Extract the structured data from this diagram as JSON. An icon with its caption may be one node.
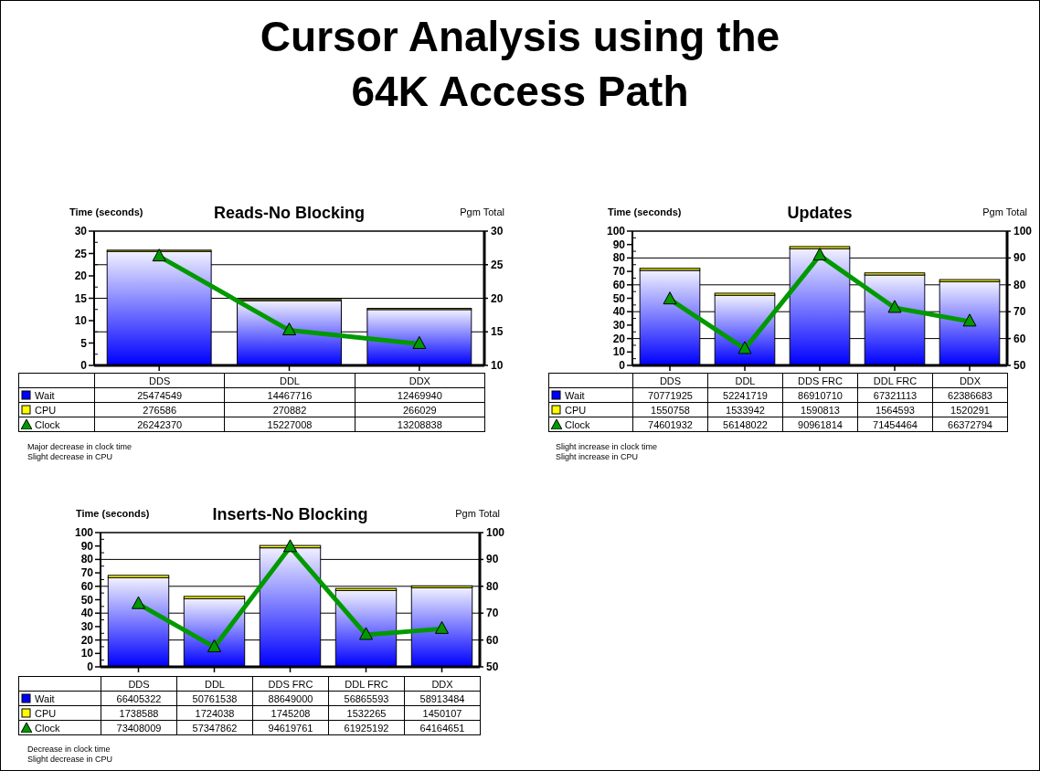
{
  "diagram": {
    "title": "Cursor Analysis using the 64K Access Path",
    "labels": [
      "25474549",
      "14467716",
      "12469940",
      "276586",
      "270882",
      "266029",
      "26242370",
      "15227008",
      "13208838",
      "Major decrease in clock time",
      "Slight decrease in CPU",
      "70771925",
      "52241719",
      "86910710",
      "67321113",
      "62386683",
      "1550758",
      "1533942",
      "1590813",
      "1564593",
      "1520291",
      "74601932",
      "56148022",
      "90961814",
      "71454464",
      "66372794",
      "Slight increase in clock time",
      "Slight increase in CPU",
      "66405322",
      "50761538",
      "88649000",
      "56865593",
      "58913484",
      "1738588",
      "1724038",
      "1745208",
      "1532265",
      "1450107",
      "73408009",
      "57347862",
      "94619761",
      "61925192",
      "64164651",
      "Decrease in clock time",
      "Slight decrease in CPU"
    ],
    "chart_data": [
      {
        "type": "bar",
        "title": "Reads-No Blocking",
        "ylabel": "Time (seconds)",
        "y2label": "Pgm Total",
        "stacked": true,
        "grid": true,
        "legend": "left",
        "categories": [
          "DDS",
          "DDL",
          "DDX"
        ],
        "yticks": [
          0,
          5,
          10,
          15,
          20,
          25,
          30
        ],
        "ylim": [
          0,
          30
        ],
        "y2ticks": [
          10,
          15,
          20,
          25,
          30
        ],
        "y2lim": [
          10,
          30
        ],
        "series": [
          {
            "name": "Wait",
            "color": "#0000ff",
            "values": [
              25.47,
              14.47,
              12.47
            ]
          },
          {
            "name": "CPU",
            "color": "#ffff00",
            "values": [
              0.28,
              0.27,
              0.27
            ]
          },
          {
            "name": "Clock",
            "color": "#009900",
            "type": "line",
            "axis": "y2",
            "marker": "triangle",
            "values": [
              26.24,
              15.23,
              13.21
            ]
          }
        ]
      },
      {
        "type": "bar",
        "title": "Updates",
        "ylabel": "Time (seconds)",
        "y2label": "Pgm Total",
        "stacked": true,
        "grid": true,
        "legend": "left",
        "categories": [
          "DDS",
          "DDL",
          "DDS FRC",
          "DDL FRC",
          "DDX"
        ],
        "yticks": [
          0,
          10,
          20,
          30,
          40,
          50,
          60,
          70,
          80,
          90,
          100
        ],
        "ylim": [
          0,
          100
        ],
        "y2ticks": [
          50,
          60,
          70,
          80,
          90,
          100
        ],
        "y2lim": [
          50,
          100
        ],
        "series": [
          {
            "name": "Wait",
            "color": "#0000ff",
            "values": [
              70.77,
              52.24,
              86.91,
              67.32,
              62.39
            ]
          },
          {
            "name": "CPU",
            "color": "#ffff00",
            "values": [
              1.55,
              1.53,
              1.59,
              1.56,
              1.52
            ]
          },
          {
            "name": "Clock",
            "color": "#009900",
            "type": "line",
            "axis": "y2",
            "marker": "triangle",
            "values": [
              74.6,
              56.15,
              90.96,
              71.45,
              66.37
            ]
          }
        ]
      },
      {
        "type": "bar",
        "title": "Inserts-No Blocking",
        "ylabel": "Time (seconds)",
        "y2label": "Pgm Total",
        "stacked": true,
        "grid": true,
        "legend": "left",
        "categories": [
          "DDS",
          "DDL",
          "DDS FRC",
          "DDL FRC",
          "DDX"
        ],
        "yticks": [
          0,
          10,
          20,
          30,
          40,
          50,
          60,
          70,
          80,
          90,
          100
        ],
        "ylim": [
          0,
          100
        ],
        "y2ticks": [
          50,
          60,
          70,
          80,
          90,
          100
        ],
        "y2lim": [
          50,
          100
        ],
        "series": [
          {
            "name": "Wait",
            "color": "#0000ff",
            "values": [
              66.41,
              50.76,
              88.65,
              56.87,
              58.91
            ]
          },
          {
            "name": "CPU",
            "color": "#ffff00",
            "values": [
              1.74,
              1.72,
              1.75,
              1.53,
              1.45
            ]
          },
          {
            "name": "Clock",
            "color": "#009900",
            "type": "line",
            "axis": "y2",
            "marker": "triangle",
            "values": [
              73.41,
              57.35,
              94.62,
              61.93,
              64.16
            ]
          }
        ]
      }
    ]
  }
}
